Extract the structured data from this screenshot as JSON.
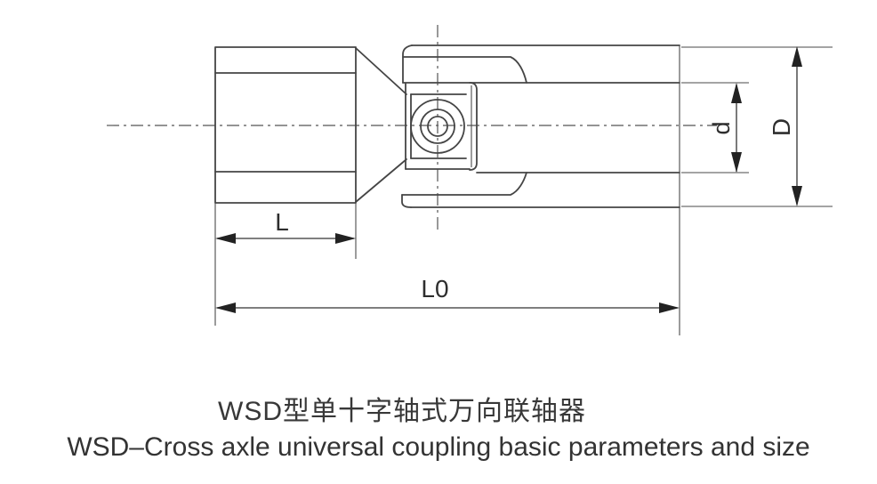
{
  "drawing": {
    "title": "coupling-side-view",
    "dimensions": {
      "L": {
        "label": "L"
      },
      "L0": {
        "label": "L0"
      },
      "d": {
        "label": "d"
      },
      "D": {
        "label": "D"
      }
    }
  },
  "captions": {
    "chinese": "WSD型单十字轴式万向联轴器",
    "english": "WSD–Cross axle universal coupling basic parameters and size"
  },
  "colors": {
    "line": "#454545",
    "centerline": "#555555",
    "dimension": "#333333",
    "text": "#2e2e2e",
    "background": "#ffffff"
  }
}
